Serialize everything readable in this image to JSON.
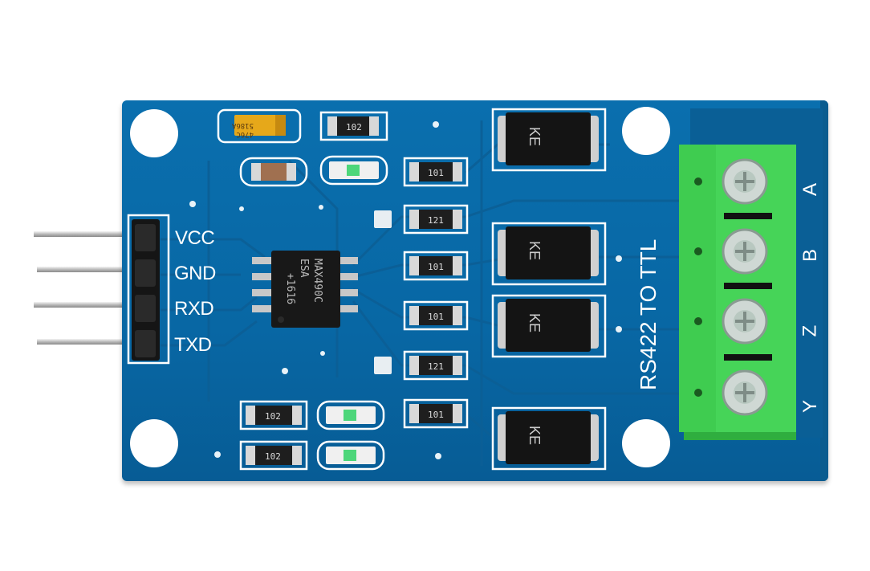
{
  "board": {
    "title": "RS422 TO TTL",
    "pins": [
      "VCC",
      "GND",
      "RXD",
      "TXD"
    ],
    "terminals": [
      "A",
      "B",
      "Z",
      "Y"
    ],
    "ic_marking": [
      "MAX490C",
      "ESA",
      "+1616"
    ],
    "resistors": {
      "r102_top": "102",
      "r101_a": "101",
      "r121_a": "121",
      "r101_b": "101",
      "r101_c": "101",
      "r121_b": "121",
      "r101_d": "101",
      "r102_b1": "102",
      "r102_b2": "102"
    },
    "capacitor_marking": [
      "5186A",
      "476C"
    ],
    "diode_marking": "KE"
  },
  "colors": {
    "pcb": "#0a6fae",
    "silkscreen": "#ffffff",
    "terminal_block": "#3cc24a",
    "header": "#111111",
    "pin": "#c8c8c8"
  }
}
